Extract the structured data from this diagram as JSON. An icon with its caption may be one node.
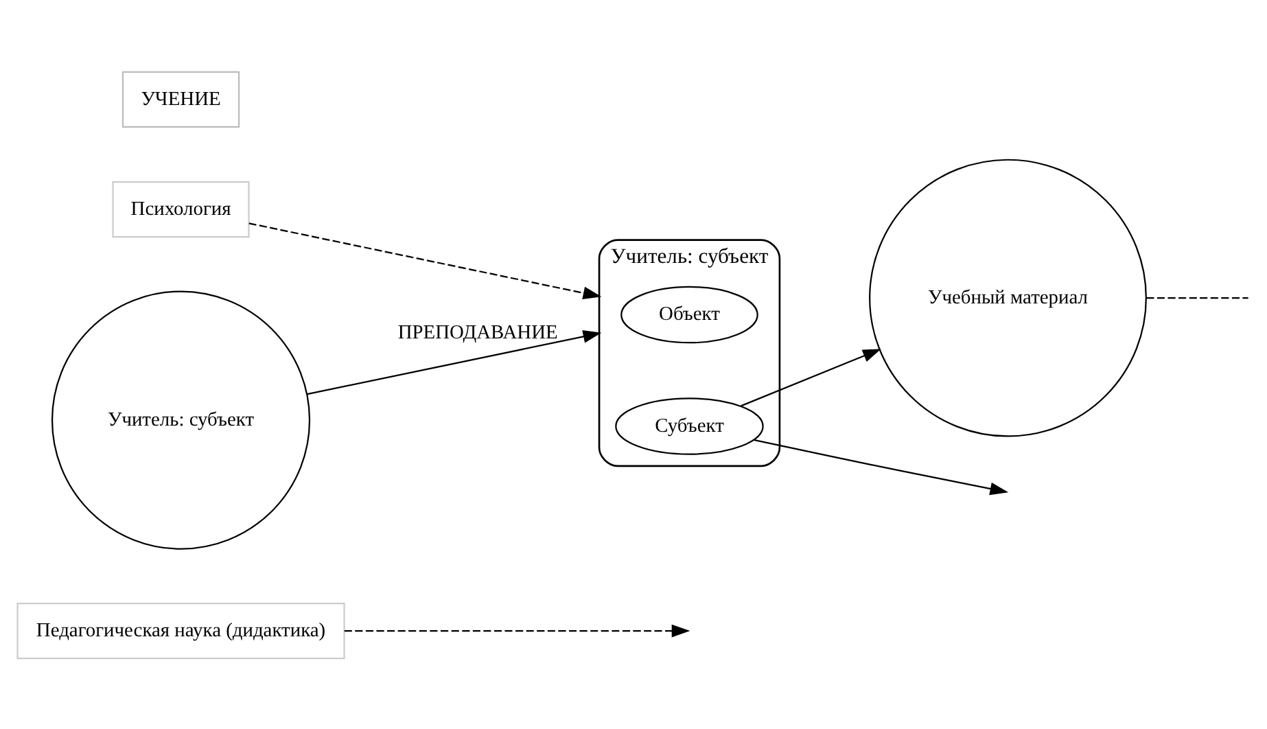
{
  "diagram": {
    "nodes": [
      {
        "text": [
          "Педагогическая наука (дидактика)"
        ]
      },
      {
        "text": [
          "Психология"
        ]
      },
      {
        "text": [
          "Учитель: субъект"
        ]
      },
      {
        "text": [
          "Учитель: субъект"
        ]
      },
      {
        "text": [
          "Объект"
        ],
        "in": 3
      },
      {
        "text": [
          "Субъект"
        ],
        "in": 3
      },
      {
        "text": [
          "УЧЕНИЕ"
        ]
      },
      {
        "text": [
          "Учебный материал"
        ]
      }
    ],
    "edges": [
      {
        "from": 2,
        "to": 3,
        "arrow": "to",
        "label": "ПРЕПОДАВАНИЕ"
      },
      {
        "from": 5,
        "to": null,
        "arrow": "to"
      },
      {
        "from": 0,
        "to": null,
        "arrow": "to",
        "style": "dashed"
      },
      {
        "from": 1,
        "to": 3,
        "arrow": "to",
        "style": "dashed"
      },
      {
        "from": 5,
        "to": 7,
        "arrow": "to"
      },
      {
        "from": 7,
        "to": null,
        "arrow": "none",
        "style": "dashed"
      }
    ]
  }
}
